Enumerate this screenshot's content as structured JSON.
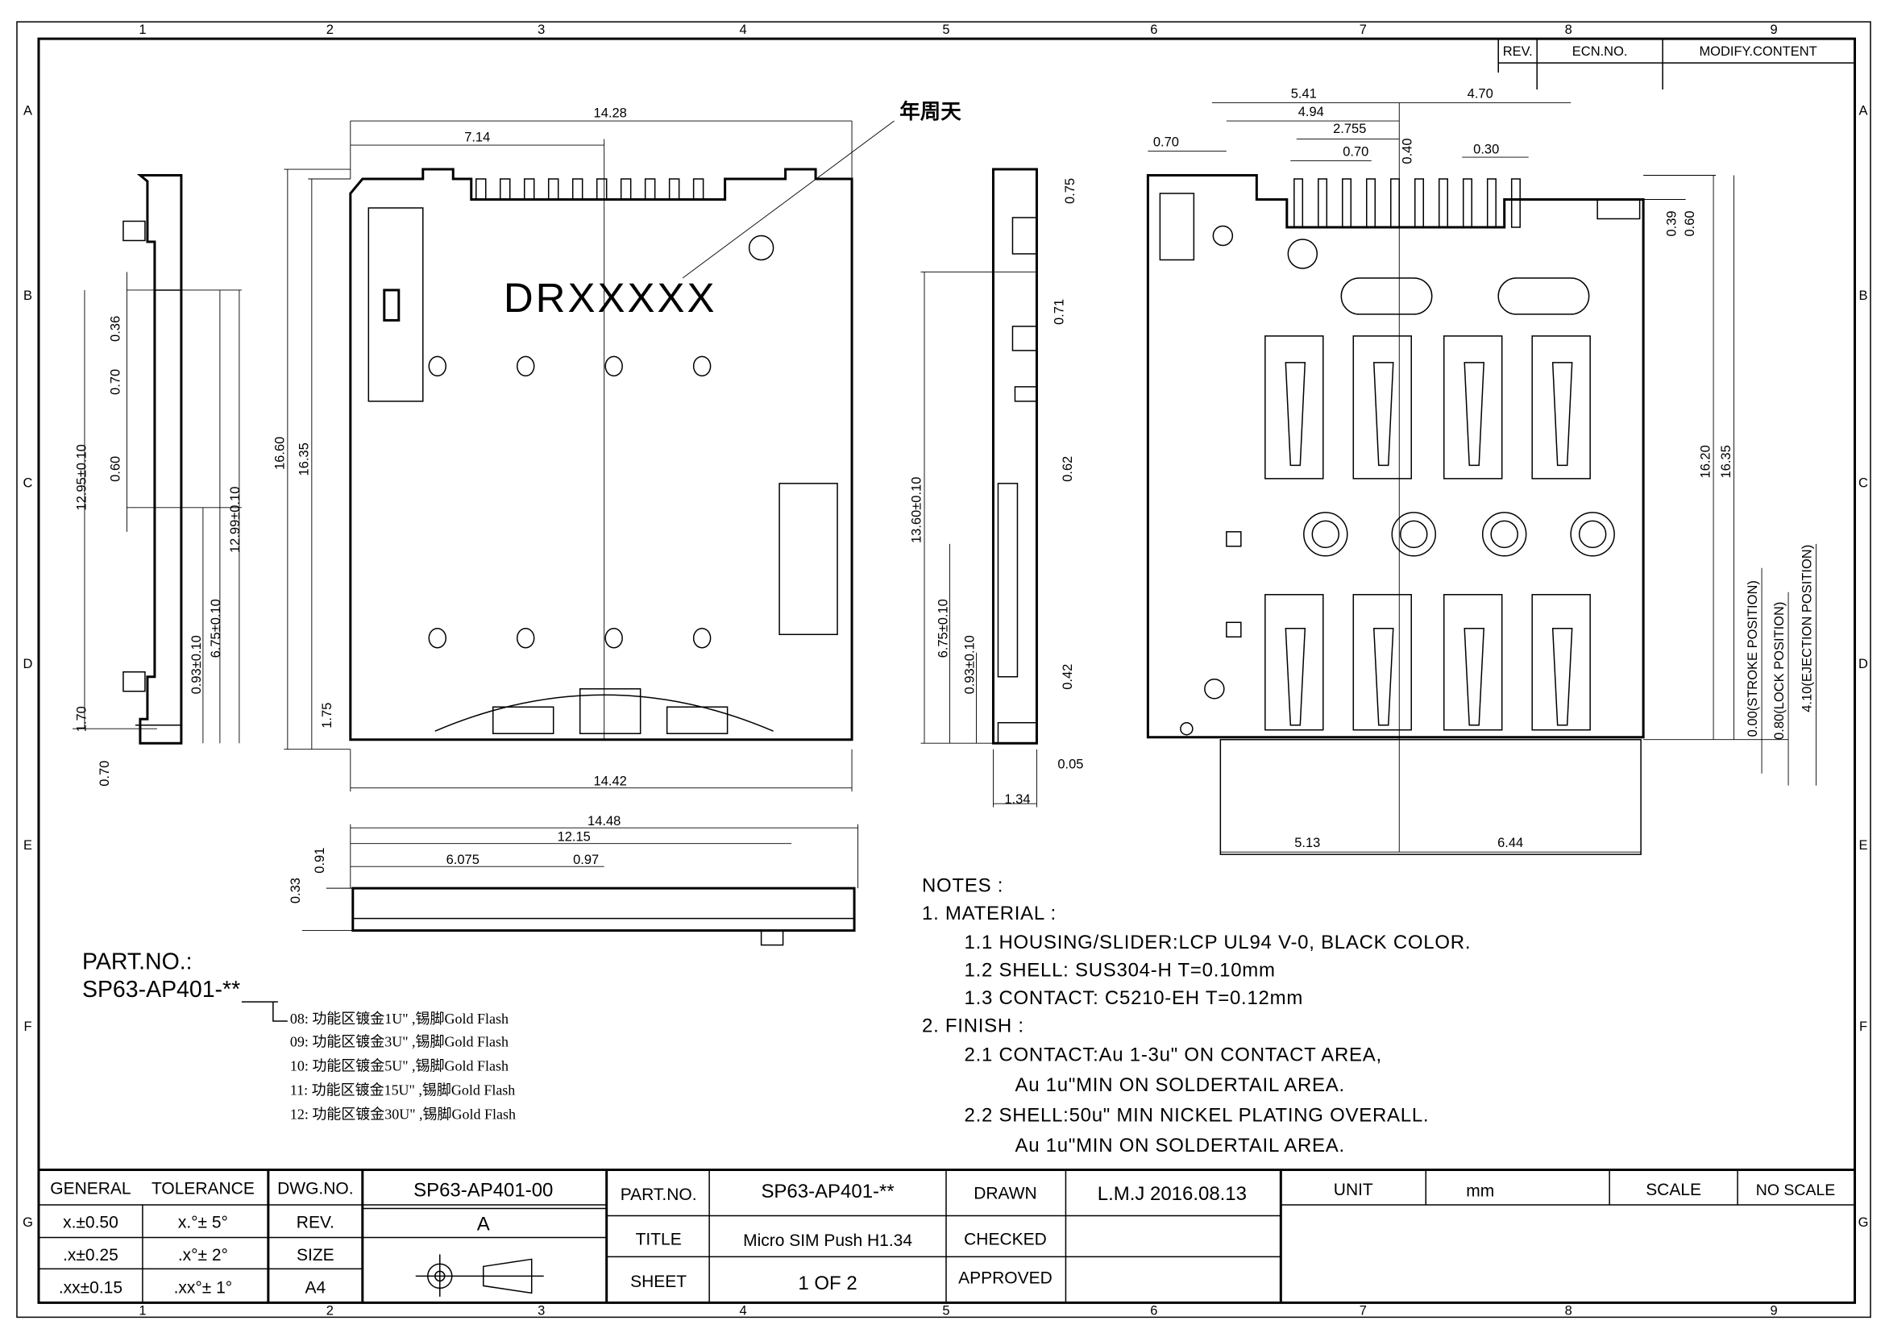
{
  "grid": {
    "columns": [
      "1",
      "2",
      "3",
      "4",
      "5",
      "6",
      "7",
      "8",
      "9"
    ],
    "rows": [
      "A",
      "B",
      "C",
      "D",
      "E",
      "F",
      "G"
    ]
  },
  "revision_table": {
    "rev": "REV.",
    "ecn_no": "ECN.NO.",
    "modify_content": "MODIFY.CONTENT"
  },
  "annotations": {
    "date_code": "年周天",
    "marking": "DRXXXXX"
  },
  "dimensions": {
    "side_left": [
      "0.36",
      "0.70",
      "12.95±0.10",
      "0.60",
      "12.99±0.10",
      "0.93±0.10",
      "6.75±0.10",
      "1.70",
      "0.70"
    ],
    "top_view": [
      "14.28",
      "7.14",
      "16.60",
      "16.35",
      "1.75",
      "14.42"
    ],
    "front_view": [
      "14.48",
      "12.15",
      "6.075",
      "0.97",
      "0.91",
      "0.33"
    ],
    "side_right": [
      "0.75",
      "0.71",
      "13.60±0.10",
      "0.62",
      "6.75±0.10",
      "0.93±0.10",
      "0.42",
      "0.05",
      "1.34"
    ],
    "bottom_view": [
      "5.41",
      "4.70",
      "4.94",
      "2.755",
      "0.70",
      "0.70",
      "0.40",
      "0.30",
      "0.39",
      "0.60",
      "16.20",
      "16.35",
      "0.00(STROKE POSITION)",
      "0.80(LOCK POSITION)",
      "4.10(EJECTION POSITION)",
      "5.13",
      "6.44"
    ]
  },
  "part_number": {
    "label": "PART.NO.:",
    "value": "SP63-AP401-**",
    "options": [
      "08: 功能区镀金1U\" ,锡脚Gold Flash",
      "09: 功能区镀金3U\" ,锡脚Gold Flash",
      "10: 功能区镀金5U\" ,锡脚Gold Flash",
      "11: 功能区镀金15U\" ,锡脚Gold Flash",
      "12: 功能区镀金30U\" ,锡脚Gold Flash"
    ]
  },
  "notes": {
    "heading": "NOTES :",
    "lines": [
      "1. MATERIAL :",
      "1.1  HOUSING/SLIDER:LCP  UL94  V-0,  BLACK  COLOR.",
      "1.2  SHELL:  SUS304-H  T=0.10mm",
      "1.3  CONTACT:  C5210-EH  T=0.12mm",
      "2. FINISH :",
      "2.1  CONTACT:Au  1-3u\"  ON  CONTACT  AREA,",
      "Au  1u\"MIN  ON  SOLDERTAIL  AREA.",
      "2.2  SHELL:50u\"  MIN  NICKEL  PLATING  OVERALL.",
      "Au  1u\"MIN  ON  SOLDERTAIL  AREA."
    ]
  },
  "title_block": {
    "general_tolerance": "GENERAL",
    "tolerance": "TOLERANCE",
    "tol_rows": [
      [
        "x.±0.50",
        "x.°± 5°"
      ],
      [
        ".x±0.25",
        ".x°± 2°"
      ],
      [
        ".xx±0.15",
        ".xx°± 1°"
      ]
    ],
    "dwg_no_label": "DWG.NO.",
    "dwg_no": "SP63-AP401-00",
    "rev_label": "REV.",
    "rev": "A",
    "size_label": "SIZE",
    "size": "A4",
    "part_no_label": "PART.NO.",
    "part_no": "SP63-AP401-**",
    "title_label": "TITLE",
    "title": "Micro SIM Push H1.34",
    "sheet_label": "SHEET",
    "sheet": "1 OF 2",
    "drawn_label": "DRAWN",
    "drawn": "L.M.J 2016.08.13",
    "checked_label": "CHECKED",
    "approved_label": "APPROVED",
    "unit_label": "UNIT",
    "unit": "mm",
    "scale_label": "SCALE",
    "scale": "NO SCALE"
  }
}
